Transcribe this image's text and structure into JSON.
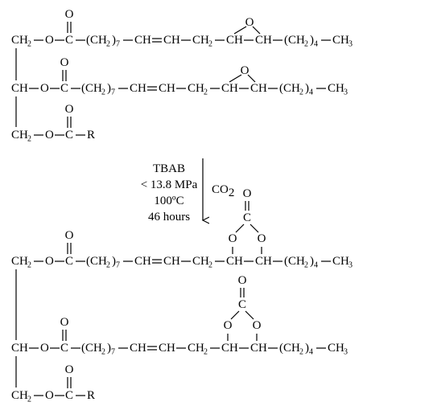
{
  "atoms": {
    "C": "C",
    "O": "O",
    "R": "R",
    "CH": "CH",
    "CH2": "CH",
    "CH3": "CH",
    "H": "H",
    "sub2": "2",
    "sub3": "3",
    "sub4": "4",
    "sub7": "7",
    "paren_open": "(",
    "paren_close": ")"
  },
  "conditions": {
    "catalyst": "TBAB",
    "pressure": "< 13.8 MPa",
    "temperature": "100ºC",
    "time": "46 hours",
    "reagent": "CO",
    "reagent_sub": "2"
  }
}
